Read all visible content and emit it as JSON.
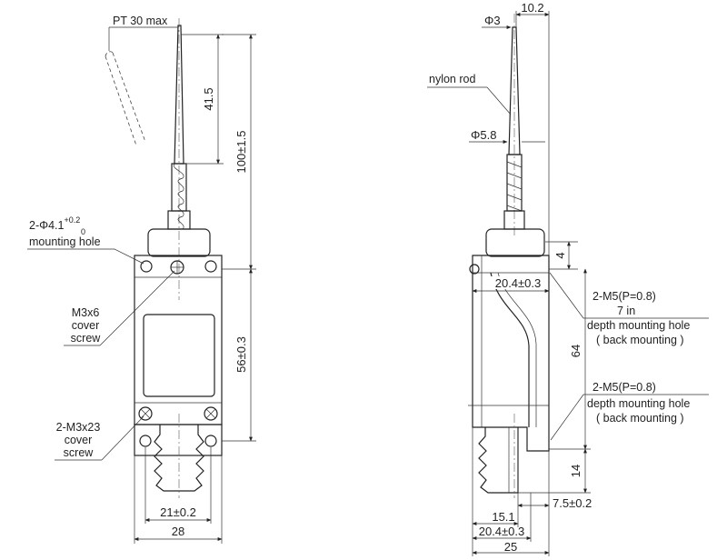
{
  "front_view": {
    "angle_label": "PT 30 max",
    "mount_hole_label": "2-Φ4.1",
    "mount_hole_tol_upper": "+0.2",
    "mount_hole_tol_lower": "0",
    "mount_hole_label_2": "mounting hole",
    "m3x6_line1": "M3x6",
    "m3x6_line2": "cover",
    "m3x6_line3": "screw",
    "m3x23_line1": "2-M3x23",
    "m3x23_line2": "cover",
    "m3x23_line3": "screw",
    "dim_rod_tip": "41.5",
    "dim_total_height": "100±1.5",
    "dim_hole_spacing": "56±0.3",
    "dim_hole_width": "21±0.2",
    "dim_body_width": "28"
  },
  "side_view": {
    "dim_top_width": "10.2",
    "dim_tip_dia": "Φ3",
    "nylon_label": "nylon rod",
    "dim_rod_dia": "Φ5.8",
    "dim_top_offset": "4",
    "dim_upper_depth": "20.4±0.3",
    "m5_upper_line1": "2-M5(P=0.8)",
    "m5_upper_line2": "7 in",
    "m5_upper_line3": "depth mounting hole",
    "m5_upper_line4": "( back mounting )",
    "dim_height_64": "64",
    "m5_lower_line1": "2-M5(P=0.8)",
    "m5_lower_line2": "depth mounting hole",
    "m5_lower_line3": "( back mounting )",
    "dim_14": "14",
    "dim_7_5": "7.5±0.2",
    "dim_15_1": "15.1",
    "dim_lower_depth": "20.4±0.3",
    "dim_total_depth": "25"
  }
}
